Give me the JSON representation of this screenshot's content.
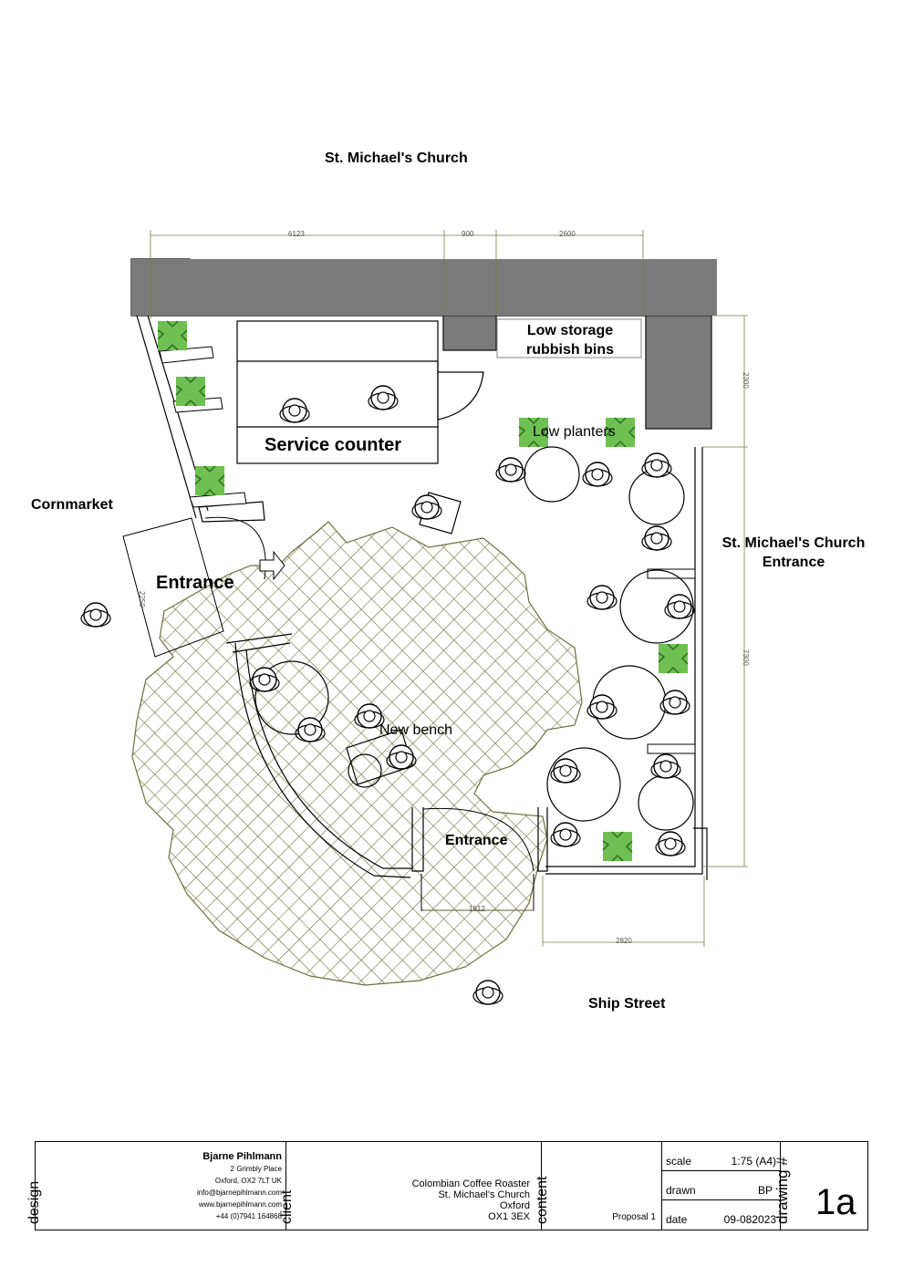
{
  "labels": {
    "church_top": "St. Michael's Church",
    "cornmarket": "Cornmarket",
    "church_entrance_1": "St. Michael's Church",
    "church_entrance_2": "Entrance",
    "ship_street": "Ship Street",
    "entrance_west": "Entrance",
    "entrance_south": "Entrance",
    "service_counter": "Service counter",
    "low_storage_1": "Low storage",
    "low_storage_2": "rubbish bins",
    "low_planters": "Low planters",
    "new_bench": "New bench"
  },
  "dimensions": {
    "top_1": "6123",
    "top_2": "900",
    "top_3": "2600",
    "right_1": "2300",
    "right_2": "7300",
    "entrance_west": "2250",
    "entrance_south": "1812",
    "bottom": "2820"
  },
  "title_block": {
    "design_label": "design",
    "designer_name": "Bjarne Pihlmann",
    "address_1": "2 Grimbly Place",
    "address_2": "Oxford, OX2 7LT  UK",
    "email": "info@bjarnepihlmann.com",
    "website": "www.bjarnepihlmann.com",
    "phone": "+44 (0)7941 164868",
    "client_label": "client",
    "client_1": "Colombian Coffee Roaster",
    "client_2": "St. Michael's Church",
    "client_3": "Oxford",
    "client_4": "OX1 3EX",
    "content_label": "content",
    "content_value": "Proposal 1",
    "scale_label": "scale",
    "scale_value": "1:75 (A4)",
    "drawn_label": "drawn",
    "drawn_value": "BP",
    "date_label": "date",
    "date_value": "09-082023",
    "drawing_label": "drawing #",
    "drawing_value": "1a"
  },
  "colors": {
    "wall": "#7a7a7a",
    "planter": "#6ec052",
    "hatch": "#6f6f3f",
    "dim": "#7a7a4a"
  }
}
